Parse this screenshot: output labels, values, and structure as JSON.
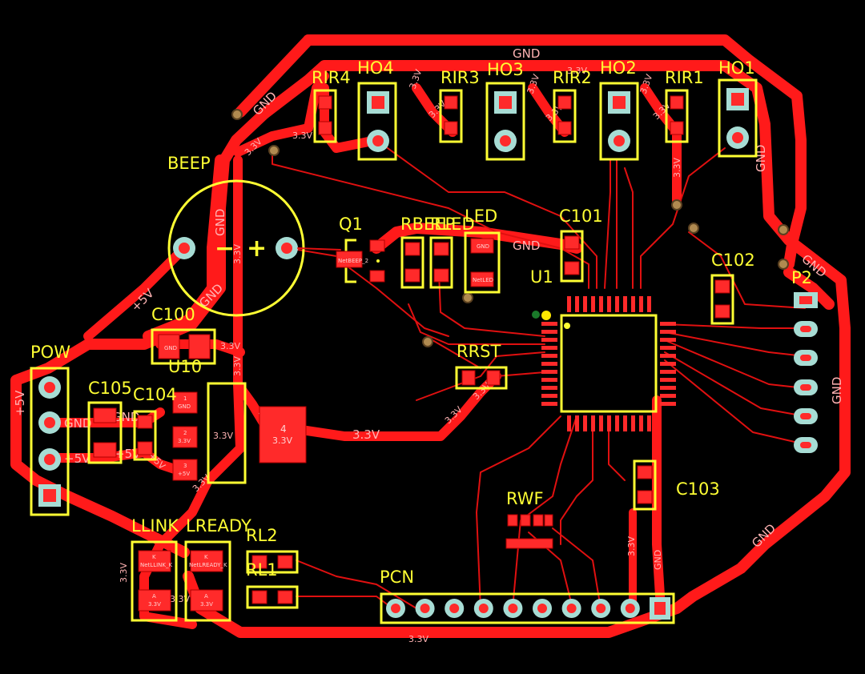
{
  "colors": {
    "background": "#000000",
    "copper": "#ff1a1a",
    "silkscreen": "#ffff33",
    "pad_ring": "#a7dcd4",
    "via": "#b08a50"
  },
  "designators": {
    "rir4": "RIR4",
    "ho4": "HO4",
    "rir3": "RIR3",
    "ho3": "HO3",
    "rir2": "RIR2",
    "ho2": "HO2",
    "rir1": "RIR1",
    "ho1": "HO1",
    "beep": "BEEP",
    "q1": "Q1",
    "rbeep": "RBEEP",
    "rled": "RLED",
    "led": "LED",
    "c101": "C101",
    "u1": "U1",
    "c102": "C102",
    "p2": "P2",
    "c100": "C100",
    "pow": "POW",
    "u10": "U10",
    "rrst": "RRST",
    "c105": "C105",
    "c104": "C104",
    "c103": "C103",
    "rwf": "RWF",
    "llink": "LLINK",
    "lready": "LREADY",
    "rl2": "RL2",
    "rl1": "RL1",
    "pcn": "PCN"
  },
  "nets": {
    "gnd": "GND",
    "v33": "3.3V",
    "v5": "+5V",
    "net_llink_k": "NetLLINK_K",
    "net_lready_k": "NetLREADY_K",
    "net_led": "NetLED",
    "net_beep": "NetBEEP_2"
  },
  "pin_labels": {
    "k": "K",
    "a": "A",
    "p1": "1",
    "p2": "2",
    "p3": "3",
    "p4": "4"
  },
  "polarity": {
    "minus": "−",
    "plus": "+"
  }
}
